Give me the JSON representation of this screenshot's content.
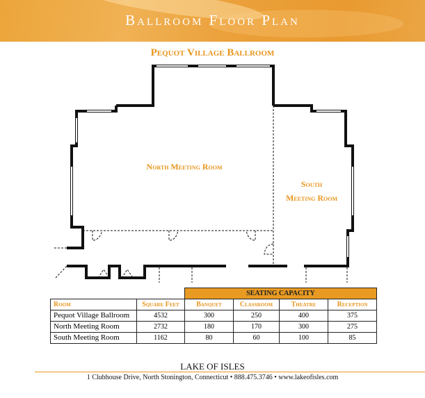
{
  "header": {
    "title": "Ballroom Floor Plan"
  },
  "plan": {
    "ballroom_label": "Pequot Village Ballroom",
    "north_label": "North Meeting Room",
    "south_label_1": "South",
    "south_label_2": "Meeting Room"
  },
  "table": {
    "group_header": "SEATING CAPACITY",
    "columns": [
      "Room",
      "Square Feet",
      "Banquet",
      "Classroom",
      "Theatre",
      "Reception"
    ],
    "rows": [
      [
        "Pequot Village Ballroom",
        "4532",
        "300",
        "250",
        "400",
        "375"
      ],
      [
        "North Meeting Room",
        "2732",
        "180",
        "170",
        "300",
        "275"
      ],
      [
        "South Meeting Room",
        "1162",
        "80",
        "60",
        "100",
        "85"
      ]
    ]
  },
  "footer": {
    "brand": "LAKE OF ISLES",
    "address": "1 Clubhouse Drive, North Stonington, Connecticut  •  888.475.3746  •  www.lakeofisles.com"
  },
  "colors": {
    "accent": "#e8961e"
  }
}
